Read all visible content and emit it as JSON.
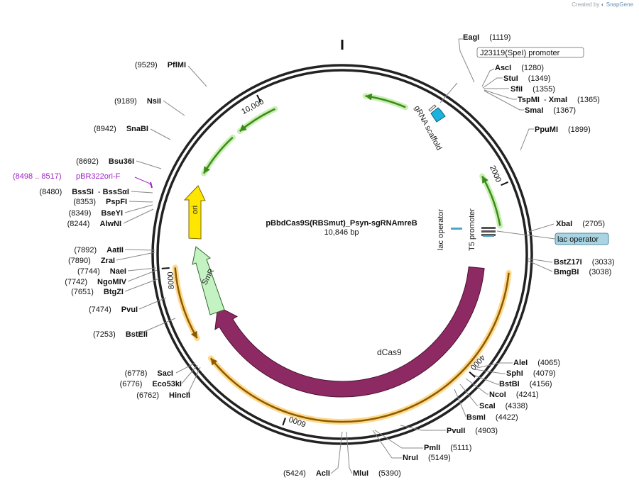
{
  "watermark": {
    "prefix": "Created by",
    "brand": "SnapGene"
  },
  "plasmid": {
    "name": "pBbdCas9S(RBSmut)_Psyn-sgRNAmreB",
    "length_label": "10,846 bp",
    "length": 10846
  },
  "ticks": [
    {
      "pos": 2000,
      "label": "2000"
    },
    {
      "pos": 4000,
      "label": "4000"
    },
    {
      "pos": 6000,
      "label": "6000"
    },
    {
      "pos": 8000,
      "label": "8000"
    },
    {
      "pos": 10000,
      "label": "10,000"
    }
  ],
  "features": [
    {
      "name": "dCas9",
      "type": "cds",
      "color": "#8e2a63"
    },
    {
      "name": "ori",
      "type": "rep",
      "color": "#ffe600"
    },
    {
      "name": "SmR",
      "type": "marker",
      "color": "#c5f2c2"
    },
    {
      "name": "gRNA scaffold",
      "type": "misc",
      "color": "#1ab3dd"
    },
    {
      "name": "lac operator",
      "type": "protein_bind",
      "color": "#4aa8c6"
    },
    {
      "name": "T5 promoter",
      "type": "promoter",
      "color": "#555555"
    }
  ],
  "primer": {
    "name": "pBR322ori-F",
    "range": "(8498 .. 8517)",
    "color": "#a020c8"
  },
  "boxed_labels": [
    {
      "name": "J23119(SpeI) promoter",
      "style": "white"
    },
    {
      "name": "lac operator",
      "style": "blue"
    }
  ],
  "sites_right": [
    {
      "name": "EagI",
      "pos": "(1119)"
    },
    {
      "name": "AscI",
      "pos": "(1280)"
    },
    {
      "name": "StuI",
      "pos": "(1349)"
    },
    {
      "name": "SfiI",
      "pos": "(1355)"
    },
    {
      "name": "TspMI",
      "name2": "XmaI",
      "pos": "(1365)"
    },
    {
      "name": "SmaI",
      "pos": "(1367)"
    },
    {
      "name": "PpuMI",
      "pos": "(1899)"
    },
    {
      "name": "XbaI",
      "pos": "(2705)"
    },
    {
      "name": "BstZ17I",
      "pos": "(3033)"
    },
    {
      "name": "BmgBI",
      "pos": "(3038)"
    },
    {
      "name": "AleI",
      "pos": "(4065)"
    },
    {
      "name": "SphI",
      "pos": "(4079)"
    },
    {
      "name": "BstBI",
      "pos": "(4156)"
    },
    {
      "name": "NcoI",
      "pos": "(4241)"
    },
    {
      "name": "ScaI",
      "pos": "(4338)"
    },
    {
      "name": "BsmI",
      "pos": "(4422)"
    },
    {
      "name": "PvuII",
      "pos": "(4903)"
    },
    {
      "name": "PmlI",
      "pos": "(5111)"
    },
    {
      "name": "NruI",
      "pos": "(5149)"
    },
    {
      "name": "MluI",
      "pos": "(5390)"
    },
    {
      "name": "AclI",
      "pos": "(5424)"
    }
  ],
  "sites_left": [
    {
      "name": "PflMI",
      "pos": "(9529)"
    },
    {
      "name": "NsiI",
      "pos": "(9189)"
    },
    {
      "name": "SnaBI",
      "pos": "(8942)"
    },
    {
      "name": "Bsu36I",
      "pos": "(8692)"
    },
    {
      "name": "BssSI",
      "name2": "BssSαI",
      "pos": "(8480)"
    },
    {
      "name": "PspFI",
      "pos": "(8353)"
    },
    {
      "name": "BseYI",
      "pos": "(8349)"
    },
    {
      "name": "AlwNI",
      "pos": "(8244)"
    },
    {
      "name": "AatII",
      "pos": "(7892)"
    },
    {
      "name": "ZraI",
      "pos": "(7890)"
    },
    {
      "name": "NaeI",
      "pos": "(7744)"
    },
    {
      "name": "NgoMIV",
      "pos": "(7742)"
    },
    {
      "name": "BtgZI",
      "pos": "(7651)"
    },
    {
      "name": "PvuI",
      "pos": "(7474)"
    },
    {
      "name": "BstEII",
      "pos": "(7253)"
    },
    {
      "name": "SacI",
      "pos": "(6778)"
    },
    {
      "name": "Eco53kI",
      "pos": "(6776)"
    },
    {
      "name": "HincII",
      "pos": "(6762)"
    }
  ]
}
